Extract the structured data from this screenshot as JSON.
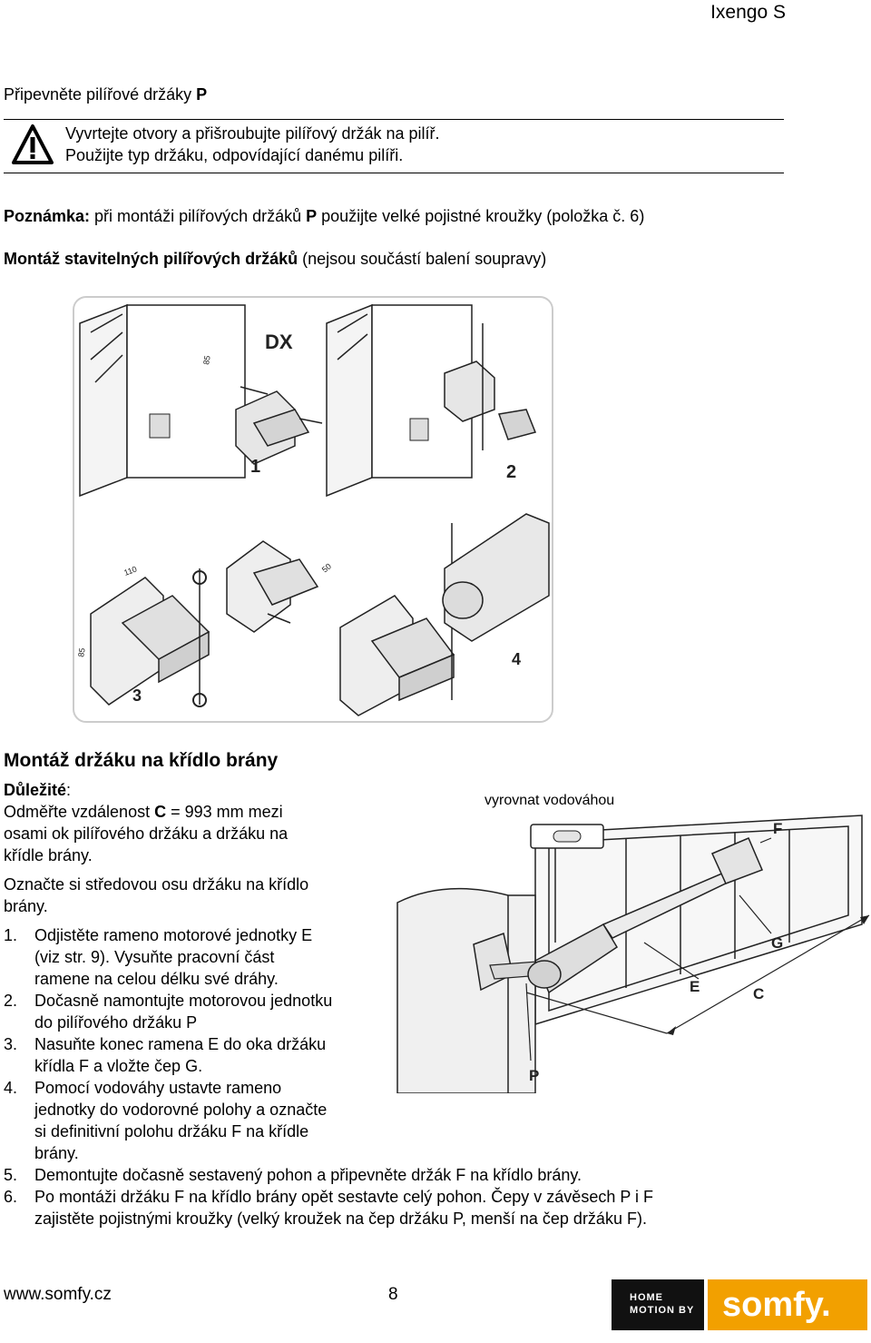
{
  "header": {
    "product": "Ixengo S"
  },
  "section1": {
    "title_prefix": "Připevněte pilířové držáky ",
    "title_bold": "P",
    "warning_line1": "Vyvrtejte otvory a přišroubujte pilířový držák na pilíř.",
    "warning_line2": "Použijte typ držáku, odpovídající danému pilíři.",
    "note_label": "Poznámka:",
    "note_text1": " při montáži pilířových držáků ",
    "note_bold": "P",
    "note_text2": " použijte velké pojistné kroužky (položka č. 6)",
    "adjustable_bold": "Montáž stavitelných pilířových držáků",
    "adjustable_rest": " (nejsou součástí balení soupravy)"
  },
  "figure1": {
    "label_dx": "DX",
    "label_1": "1",
    "label_2": "2",
    "label_3": "3",
    "label_4": "4",
    "dim_85": "85",
    "dim_110": "110",
    "dim_85b": "85",
    "dim_50": "50"
  },
  "section2": {
    "title": "Montáž držáku na křídlo brány",
    "important": "Důležité",
    "important_colon": ":",
    "measure_line1_a": "Odměřte vzdálenost ",
    "measure_line1_b": "C",
    "measure_line1_c": " = 993 mm mezi",
    "measure_line2": "osami ok pilířového držáku a držáku na",
    "measure_line3": "křídle brány.",
    "mark_line1": "Označte si středovou osu držáku na křídlo",
    "mark_line2": "brány."
  },
  "figure2": {
    "caption": "vyrovnat vodováhou",
    "label_f": "F",
    "label_g": "G",
    "label_e": "E",
    "label_c": "C",
    "label_p": "P"
  },
  "steps": [
    {
      "num": "1.",
      "lines": [
        "Odjistěte rameno motorové jednotky E",
        "(viz str. 9). Vysuňte pracovní část",
        "ramene na celou délku své dráhy."
      ]
    },
    {
      "num": "2.",
      "lines": [
        "Dočasně namontujte motorovou jednotku",
        "do pilířového držáku P"
      ]
    },
    {
      "num": "3.",
      "lines": [
        "Nasuňte konec ramena E do oka držáku",
        "křídla F a vložte čep G."
      ]
    },
    {
      "num": "4.",
      "lines": [
        "Pomocí vodováhy ustavte rameno",
        "jednotky do vodorovné polohy a označte",
        "si definitivní polohu držáku F na křídle",
        "brány."
      ]
    },
    {
      "num": "5.",
      "lines": [
        "Demontujte dočasně sestavený pohon a připevněte držák F na křídlo brány."
      ]
    },
    {
      "num": "6.",
      "lines": [
        "Po montáži držáku F na křídlo brány opět sestavte celý pohon. Čepy v závěsech P i F",
        "zajistěte pojistnými kroužky (velký kroužek na čep držáku P, menší na čep držáku F)."
      ]
    }
  ],
  "footer": {
    "website": "www.somfy.cz",
    "page": "8",
    "logo_home_line1": "HOME",
    "logo_home_line2": "MOTION BY",
    "logo_somfy": "somfy."
  }
}
